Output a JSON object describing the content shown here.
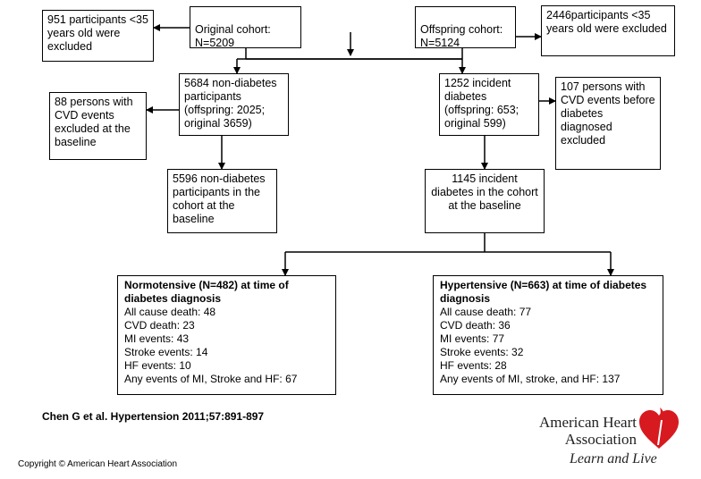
{
  "boxes": {
    "excluded_under35_original": "951 participants <35 years old were excluded",
    "original_cohort": "Original cohort:\nN=5209",
    "offspring_cohort": "Offspring cohort:\nN=5124",
    "excluded_under35_offspring": "2446participants <35 years old were excluded",
    "non_diabetes_participants": "5684 non-diabetes participants (offspring: 2025; original 3659)",
    "incident_diabetes": "1252 incident diabetes (offspring: 653; original 599)",
    "cvd_excluded_baseline": "88 persons with CVD events excluded at the baseline",
    "cvd_before_diabetes": "107 persons with CVD events before diabetes diagnosed excluded",
    "non_diabetes_baseline": "5596 non-diabetes participants in the cohort at the baseline",
    "incident_diabetes_baseline": "1145 incident diabetes in the cohort at the baseline"
  },
  "normotensive": {
    "title": "Normotensive (N=482) at time of diabetes diagnosis",
    "lines": [
      "All cause death: 48",
      "CVD death: 23",
      "MI events: 43",
      "Stroke events: 14",
      "HF events: 10",
      "Any events of  MI, Stroke and HF: 67"
    ]
  },
  "hypertensive": {
    "title": "Hypertensive (N=663) at time of diabetes diagnosis",
    "lines": [
      "All cause death: 77",
      "CVD death: 36",
      "MI events: 77",
      "Stroke events: 32",
      "HF events: 28",
      "Any events of MI, stroke, and HF: 137"
    ]
  },
  "citation": "Chen G et al. Hypertension 2011;57:891-897",
  "copyright": "Copyright © American Heart Association",
  "logo": {
    "line1": "American Heart",
    "line2": "Association",
    "tagline": "Learn and Live",
    "color": "#d71920"
  }
}
